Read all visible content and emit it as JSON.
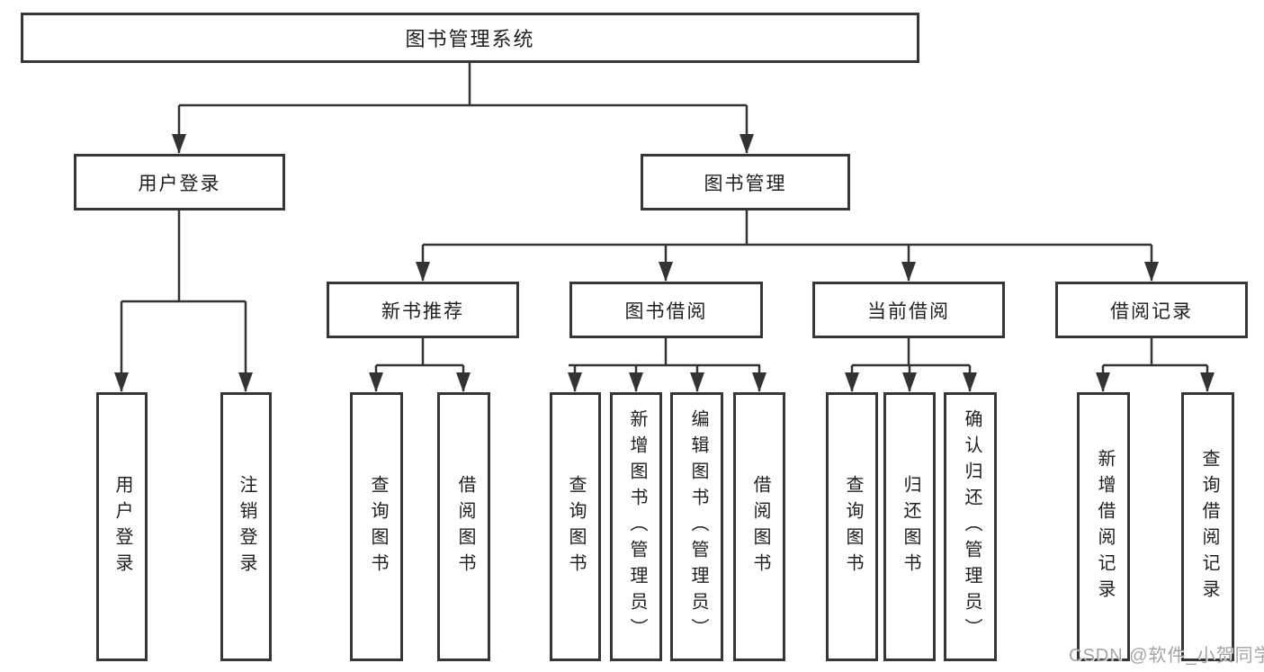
{
  "diagram": {
    "tree": {
      "label": "图书管理系统",
      "children": [
        {
          "label": "用户登录",
          "children": [
            {
              "label": "用户登录"
            },
            {
              "label": "注销登录"
            }
          ]
        },
        {
          "label": "图书管理",
          "children": [
            {
              "label": "新书推荐",
              "children": [
                {
                  "label": "查询图书"
                },
                {
                  "label": "借阅图书"
                }
              ]
            },
            {
              "label": "图书借阅",
              "children": [
                {
                  "label": "查询图书"
                },
                {
                  "label": "新增图书（管理员）"
                },
                {
                  "label": "编辑图书（管理员）"
                },
                {
                  "label": "借阅图书"
                }
              ]
            },
            {
              "label": "当前借阅",
              "children": [
                {
                  "label": "查询图书"
                },
                {
                  "label": "归还图书"
                },
                {
                  "label": "确认归还（管理员）"
                }
              ]
            },
            {
              "label": "借阅记录",
              "children": [
                {
                  "label": "新增借阅记录"
                },
                {
                  "label": "查询借阅记录"
                }
              ]
            }
          ]
        }
      ]
    },
    "colors": {
      "line": "#333333",
      "border": "#363636",
      "text": "#1f1f1f",
      "background": "#ffffff",
      "watermark": "#949494"
    },
    "watermark": {
      "text": "CSDN @软件_小贺同学"
    }
  }
}
